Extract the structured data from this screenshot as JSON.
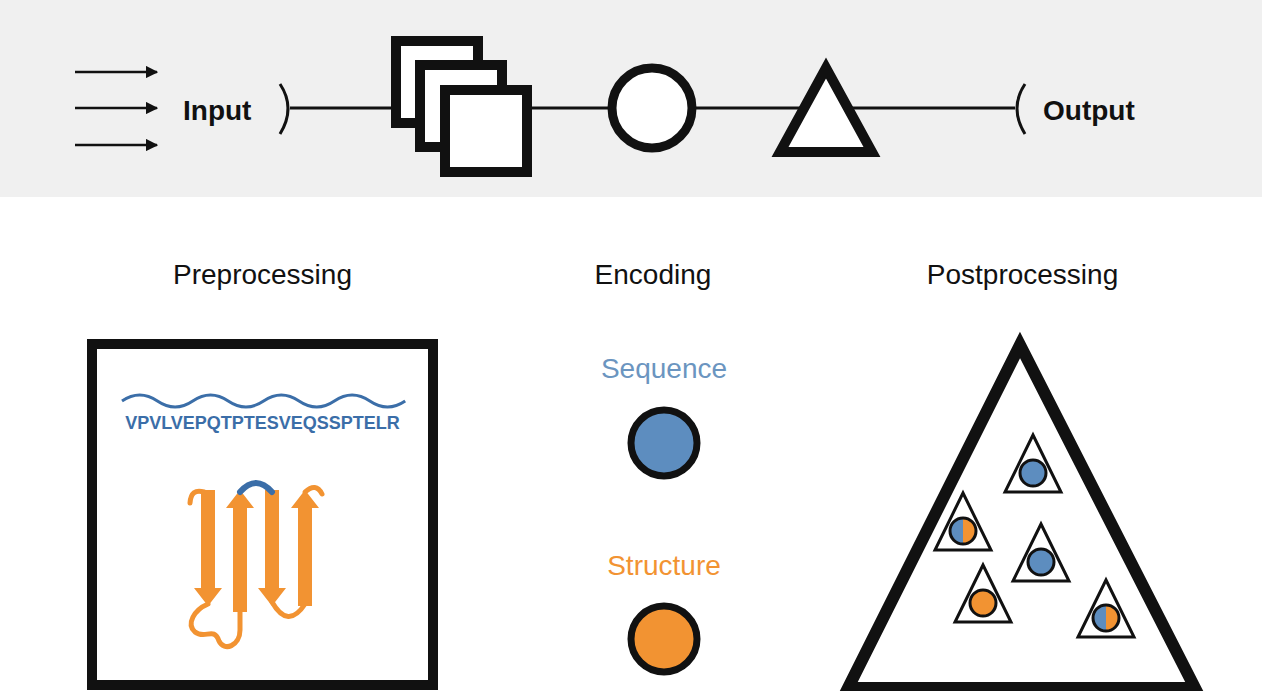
{
  "diagram": {
    "nodes": [
      {
        "text": [
          "Preprocessing",
          "VPVLVEPQTPTESVEQSSPTELR"
        ]
      },
      {
        "text": [
          "Sequence"
        ]
      },
      {
        "text": [
          "Structure"
        ]
      },
      {
        "text": [
          "Postprocessing"
        ]
      }
    ],
    "labels": [
      "Input",
      "Output",
      "Encoding"
    ]
  }
}
